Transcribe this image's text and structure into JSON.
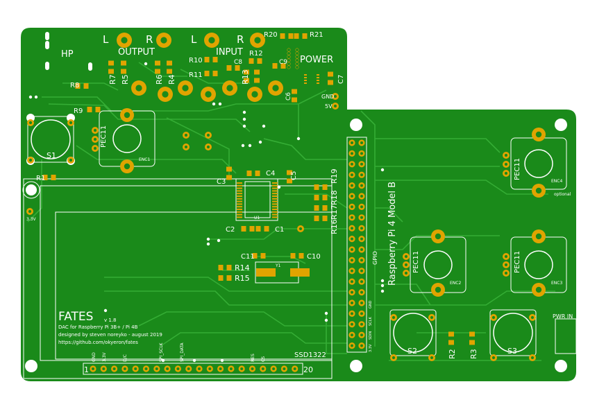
{
  "colors": {
    "board": "#1a8a1a",
    "copper": "#27a127",
    "trace": "#35ad35",
    "pad": "#e0a400",
    "silk": "#ffffff",
    "hole": "#ffffff"
  },
  "labels": {
    "hp": "HP",
    "output": "OUTPUT",
    "input": "INPUT",
    "power": "POWER",
    "out_l": "L",
    "out_r": "R",
    "in_l": "L",
    "in_r": "R",
    "gnd": "GND",
    "v5": "5V",
    "s1": "S1",
    "s2": "S2",
    "s3": "S3",
    "pec1": "PEC11",
    "pec2": "PEC11",
    "pec3": "PEC11",
    "pec4": "PEC11",
    "enc1": "ENC1",
    "enc2": "ENC2",
    "enc3": "ENC3",
    "enc4": "ENC4",
    "optional": "optional",
    "v33": "3.3V",
    "u1": "U1",
    "y1": "Y1",
    "gpio": "GPIO",
    "rpi": "Raspberry Pi 4 Model B",
    "ssd": "SSD1322",
    "pin1": "1",
    "pin20": "20",
    "pwr_in": "PWR IN",
    "fates": "FATES",
    "version": "v 1.8",
    "desc1": "DAC for Raspberry Pi 3B+ / Pi 4B",
    "desc2": "designed by steven noreyko - august 2019",
    "desc3": "https://github.com/okyeron/fates",
    "r1": "R1",
    "r2": "R2",
    "r3": "R3",
    "r4": "R4",
    "r5": "R5",
    "r6": "R6",
    "r7": "R7",
    "r8": "R8",
    "r9": "R9",
    "r10": "R10",
    "r11": "R11",
    "r12": "R12",
    "r13": "R13",
    "r14": "R14",
    "r15": "R15",
    "r16": "R16",
    "r17": "R17",
    "r18": "R18",
    "r19": "R19",
    "r20": "R20",
    "r21": "R21",
    "c1": "C1",
    "c2": "C2",
    "c3": "C3",
    "c4": "C4",
    "c5": "C5",
    "c6": "C6",
    "c7": "C7",
    "c8": "C8",
    "c9": "C9",
    "c10": "C10",
    "c11": "C11",
    "oled_gnd": "GND",
    "oled_33": "3.3V",
    "oled_dc": "D/C",
    "oled_sclk": "SPI_SCLK",
    "oled_sdata": "SPI_DATA",
    "oled_res": "RES",
    "oled_cs": "CS",
    "hdr_gnd": "GND",
    "hdr_sclk": "SCLK",
    "hdr_sdin": "SDIN",
    "hdr_33": "3.3V"
  }
}
